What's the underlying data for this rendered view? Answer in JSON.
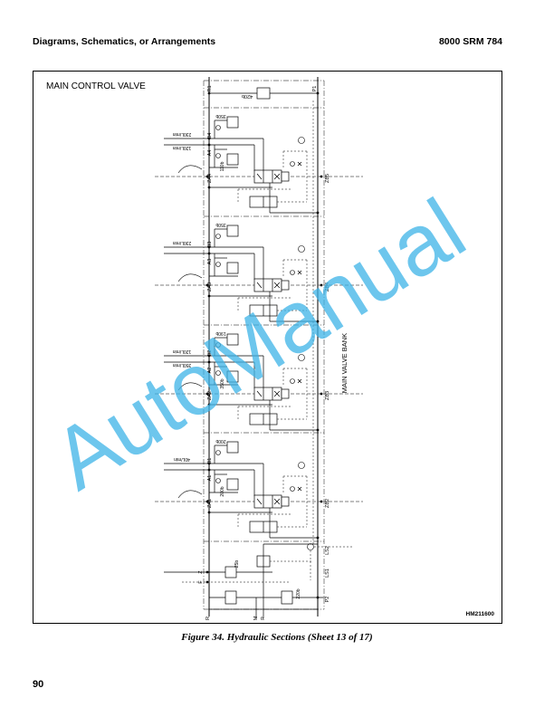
{
  "header": {
    "left": "Diagrams, Schematics, or Arrangements",
    "right": "8000 SRM 784"
  },
  "figure": {
    "title": "MAIN CONTROL VALVE",
    "bank_label": "MAIN VALVE BANK",
    "figure_id": "HM211600",
    "top": {
      "r": "R1",
      "p": "P1",
      "relief": "420b"
    },
    "sections": [
      {
        "b": "B4",
        "a": "A4",
        "za": "ZA4",
        "zb": "ZB5",
        "b_flow": "230L/min",
        "a_flow": "120L/min",
        "b_relief": "350b",
        "a_relief": "110b"
      },
      {
        "b": "B3",
        "a": "A3",
        "za": "ZA3",
        "zb": "ZB4",
        "b_flow": "230L/min",
        "a_flow": "",
        "b_relief": "350b",
        "a_relief": ""
      },
      {
        "b": "B2",
        "a": "A2",
        "za": "ZA2",
        "zb": "ZB3",
        "b_flow": "120L/min",
        "a_flow": "350L/min",
        "b_relief": "190b",
        "a_relief": "350b"
      },
      {
        "b": "B1",
        "a": "A1",
        "za": "ZA1",
        "zb": "ZB2",
        "b_flow": "40L/min",
        "a_flow": "",
        "b_relief": "200b",
        "a_relief": "200b"
      }
    ],
    "bottom": {
      "ls2": "LS2",
      "ls1": "LS1",
      "z": "Z",
      "f": "F",
      "p2": "P2",
      "r": "R",
      "m": "M",
      "p": "P",
      "z_relief": "25b",
      "p_relief": "220b"
    }
  },
  "caption": "Figure 34.  Hydraulic Sections (Sheet 13 of 17)",
  "page_number": "90",
  "watermark": "AutoManual"
}
